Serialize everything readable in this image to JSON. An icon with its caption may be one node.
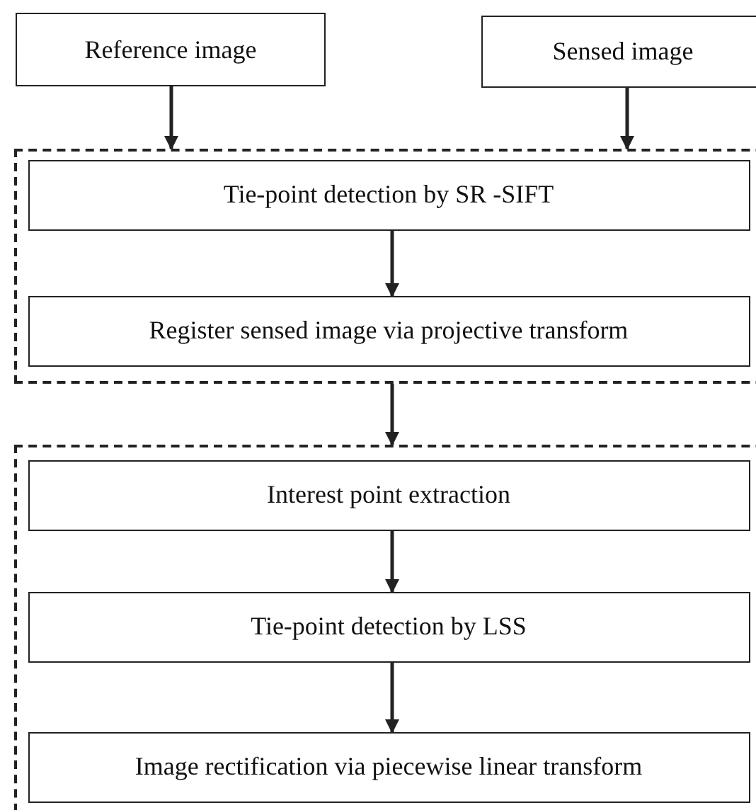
{
  "diagram": {
    "nodes": [
      {
        "text": [
          "Reference image"
        ]
      },
      {
        "text": [
          "Sensed image"
        ]
      },
      {
        "text": [],
        "shape": "box"
      },
      {
        "text": [
          "Tie-point detection by SR -SIFT"
        ],
        "in": 2
      },
      {
        "text": [
          "Register sensed image via projective transform"
        ],
        "in": 2
      },
      {
        "text": [],
        "shape": "box"
      },
      {
        "text": [
          "Interest point extraction"
        ],
        "in": 5
      },
      {
        "text": [
          "Tie-point detection by LSS"
        ],
        "in": 5
      },
      {
        "text": [
          "Image rectification via piecewise linear transform"
        ],
        "in": 5
      }
    ],
    "edges": [
      {
        "from": 0,
        "to": 2,
        "arrow": "to"
      },
      {
        "from": 1,
        "to": 2,
        "arrow": "to"
      },
      {
        "from": 3,
        "to": 4,
        "arrow": "to"
      },
      {
        "from": 2,
        "to": 5,
        "arrow": "to"
      },
      {
        "from": 6,
        "to": 7,
        "arrow": "to"
      },
      {
        "from": 7,
        "to": 8,
        "arrow": "to"
      }
    ]
  }
}
